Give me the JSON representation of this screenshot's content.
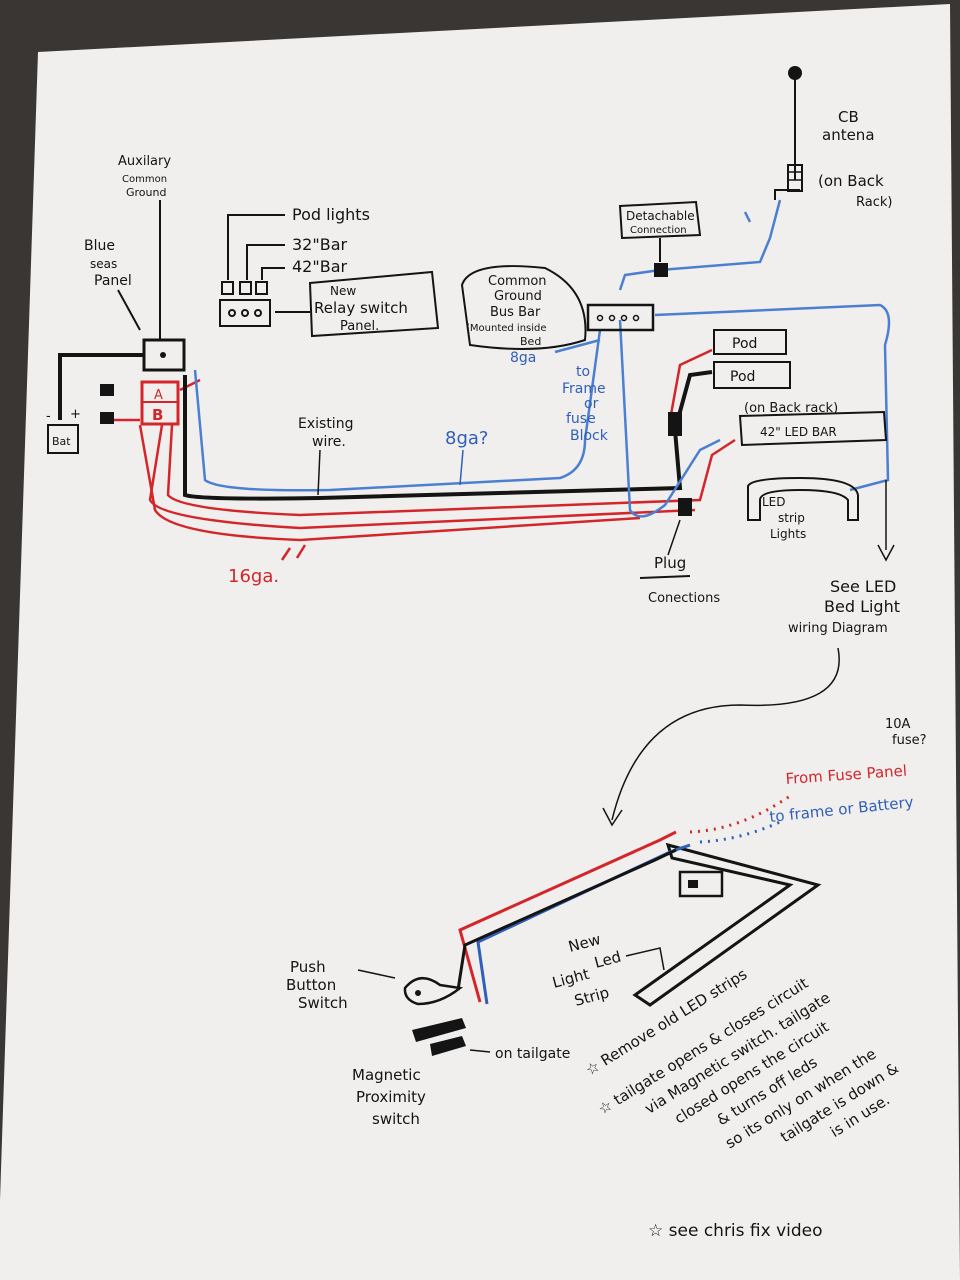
{
  "colors": {
    "background": "#3a3633",
    "paper": "#f1efee",
    "ink": "#141414",
    "red_wire": "#d3262a",
    "blue_wire": "#4a7fd1"
  },
  "top_diagram": {
    "auxiliary_ground": [
      "Auxilary",
      "Common",
      "Ground"
    ],
    "blue_seas_panel": [
      "Blue",
      "seas",
      "Panel"
    ],
    "battery": "Bat",
    "battery_minus": "-",
    "battery_plus": "+",
    "panel_a": "A",
    "panel_b": "B",
    "pod_lights": "Pod lights",
    "bar_32": "32\"Bar",
    "bar_42": "42\"Bar",
    "relay_panel": [
      "New",
      "Relay switch",
      "Panel."
    ],
    "common_ground": [
      "Common",
      "Ground",
      "Bus Bar",
      "(Mounted inside",
      "Bed"
    ],
    "gauge_8ga": "8ga",
    "to_frame": [
      "to",
      "Frame",
      "or",
      "fuse",
      "Block"
    ],
    "detachable": [
      "Detachable",
      "Connection"
    ],
    "cb_antenna": [
      "CB",
      "antena"
    ],
    "on_back_rack_cb": [
      "(on Back",
      "Rack)"
    ],
    "pod_1": "Pod",
    "pod_2": "Pod",
    "on_back_rack": "(on Back rack)",
    "led_bar": "42\" LED BAR",
    "led_strip": [
      "LED",
      "strip",
      "Lights"
    ],
    "existing_wire": [
      "Existing",
      "wire."
    ],
    "gauge_8ga_q": "8ga?",
    "gauge_16ga": "16ga.",
    "plug": "Plug",
    "connections": "Conections",
    "see_led": [
      "See LED",
      "Bed Light",
      "wiring Diagram"
    ]
  },
  "bottom_diagram": {
    "fuse_note": [
      "10A",
      "fuse?"
    ],
    "from_fuse_panel": "From Fuse Panel",
    "to_frame_battery": "to frame or Battery",
    "push_button": [
      "Push",
      "Button",
      "Switch"
    ],
    "new_led_strip": [
      "New",
      "Led",
      "Light",
      "Strip"
    ],
    "on_tailgate": "on tailgate",
    "magnetic": [
      "Magnetic",
      "Proximity",
      "switch"
    ],
    "notes": [
      "☆ Remove old LED strips",
      "☆ tailgate opens & closes circuit",
      "via Magnetic switch. tailgate",
      "closed opens the circuit",
      "& turns off leds",
      "so its only on when the",
      "tailgate is down &",
      "is in use."
    ],
    "see_video": "☆ see chris fix video"
  }
}
